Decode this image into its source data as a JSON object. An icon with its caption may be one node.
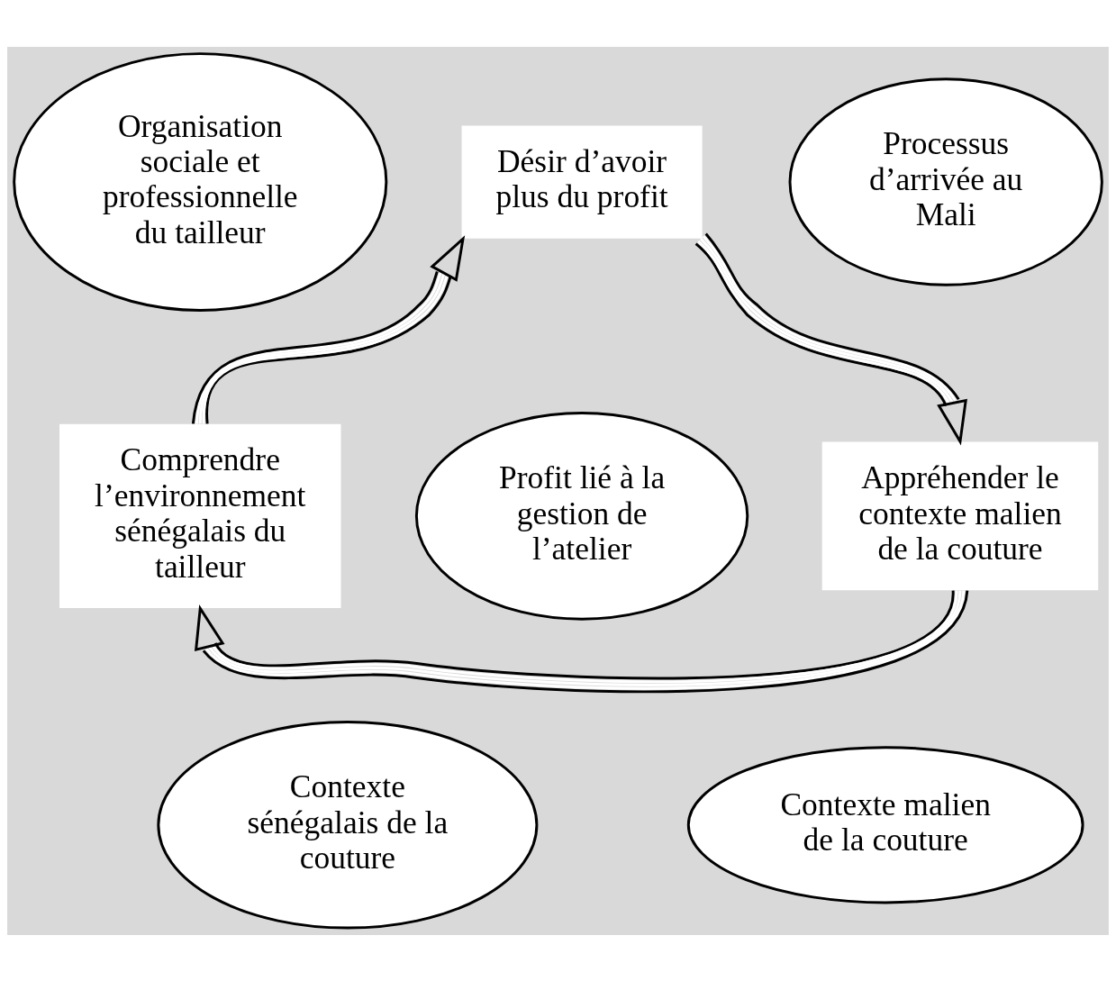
{
  "diagram": {
    "nodes": [
      {
        "text": [
          "Organisation sociale et professionnelle du tailleur"
        ]
      },
      {
        "text": [
          "Désir d’avoir plus du profit"
        ]
      },
      {
        "text": [
          "Processus d’arrivée au Mali"
        ]
      },
      {
        "text": [
          "Comprendre l’environnement sénégalais du tailleur"
        ]
      },
      {
        "text": [
          "Profit lié à la gestion de l’atelier"
        ]
      },
      {
        "text": [
          "Appréhender le contexte malien de la couture"
        ]
      },
      {
        "text": [
          "Contexte sénégalais de la couture"
        ]
      },
      {
        "text": [
          "Contexte malien de la couture"
        ]
      }
    ],
    "edges": [
      {
        "from": 3,
        "to": 1,
        "arrow": "to"
      },
      {
        "from": 1,
        "to": 5,
        "arrow": "to"
      },
      {
        "from": 5,
        "to": 3,
        "arrow": "to"
      }
    ]
  }
}
